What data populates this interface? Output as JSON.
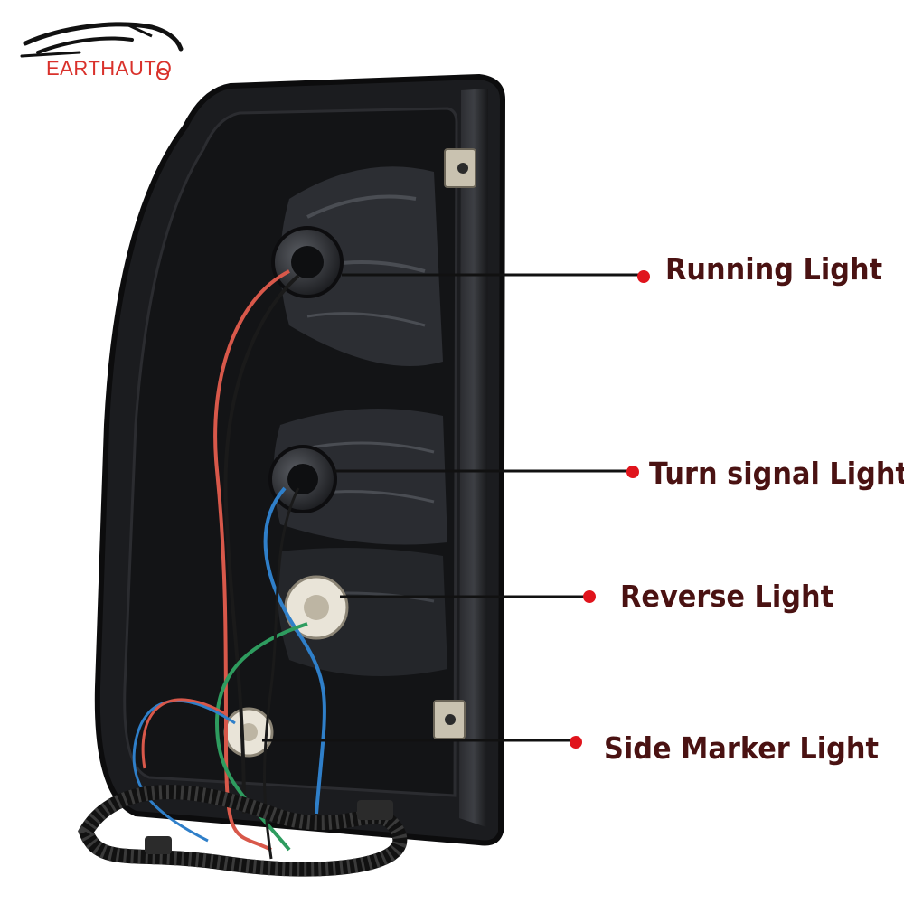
{
  "brand": {
    "name": "EARTHAUTO",
    "color": "#d9312b"
  },
  "callouts": [
    {
      "label": "Running Light",
      "marker": "red-dot"
    },
    {
      "label": "Turn signal Light",
      "marker": "red-dot"
    },
    {
      "label": "Reverse Light",
      "marker": "red-dot"
    },
    {
      "label": "Side Marker Light",
      "marker": "red-dot"
    }
  ],
  "colors": {
    "label_text": "#4a1212",
    "marker": "#e0141c",
    "leader_line": "#111111",
    "housing": "#1b1c1f"
  }
}
